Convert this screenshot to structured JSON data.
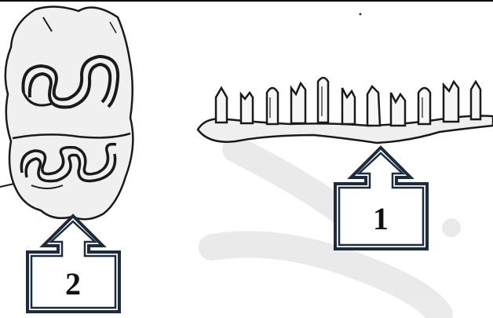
{
  "figure": {
    "items": [
      {
        "id": "2",
        "label": "2"
      },
      {
        "id": "1",
        "label": "1"
      }
    ]
  },
  "colors": {
    "arrow_outline": "#1c2b3d",
    "sketch_stroke": "#1a1a1a",
    "body_fill": "#f1f1f1",
    "watermark": "#d9d9d9"
  }
}
